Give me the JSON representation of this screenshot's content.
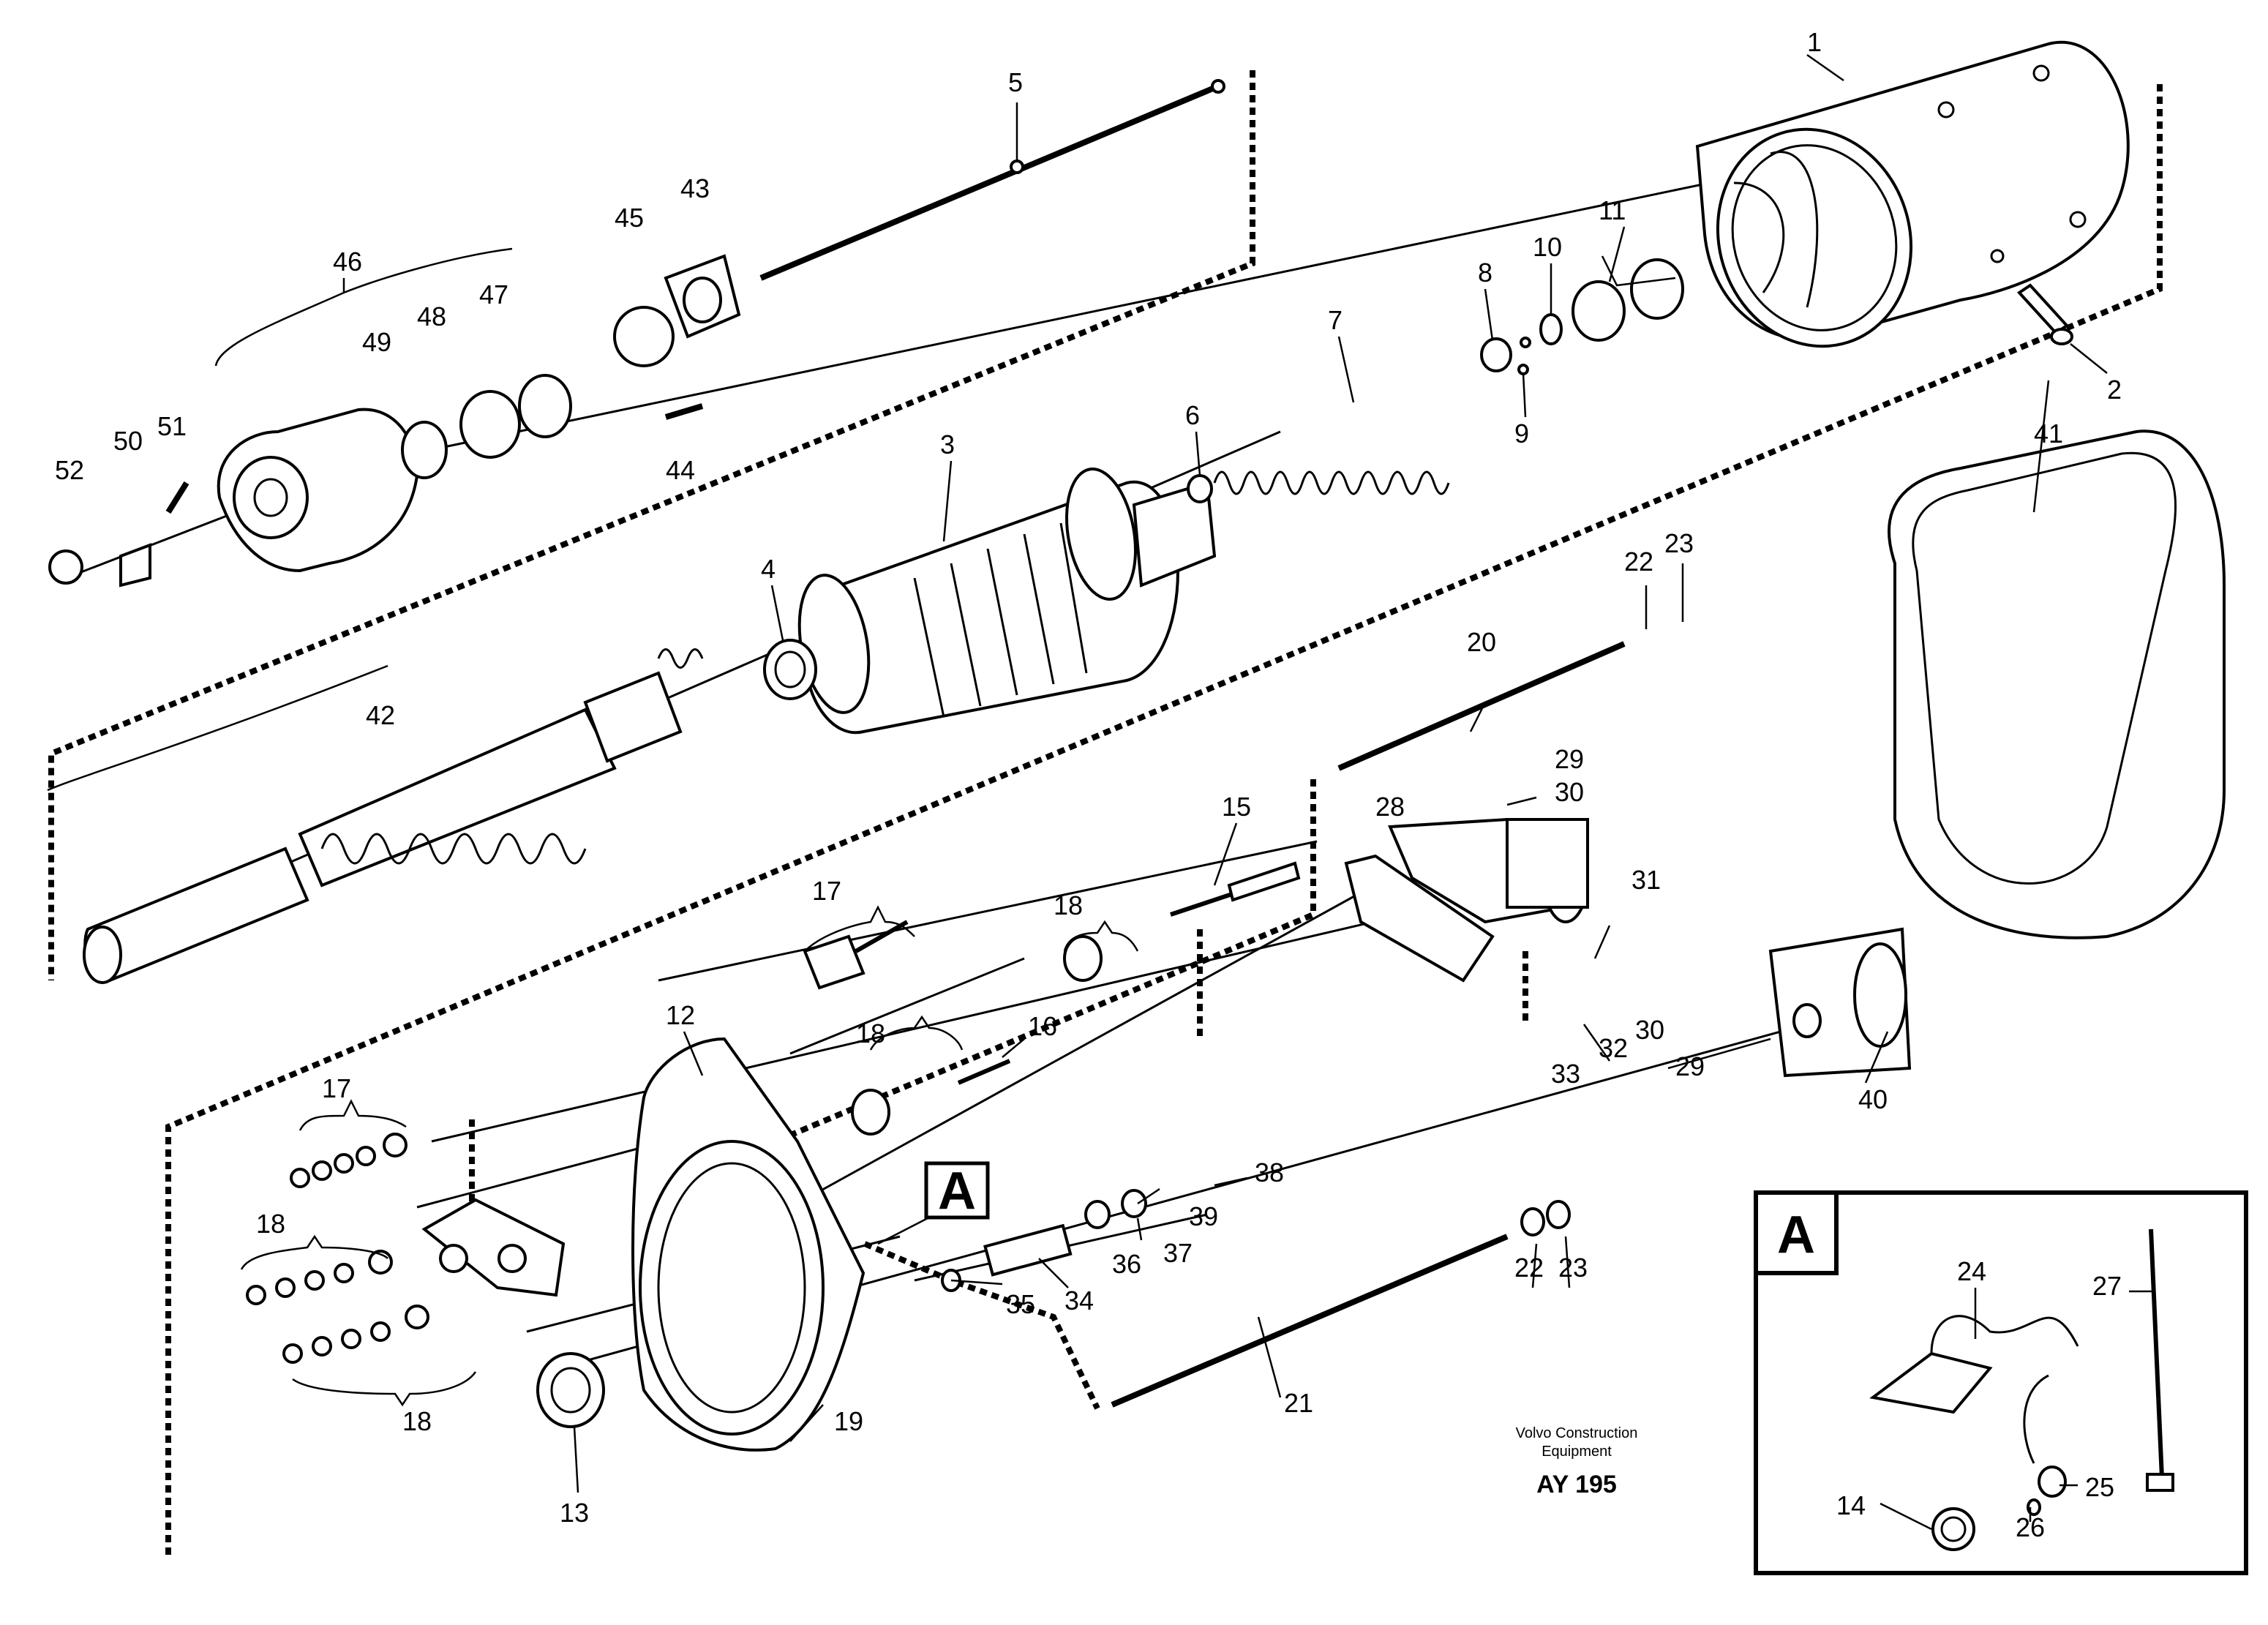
{
  "callouts": {
    "c1": "1",
    "c2": "2",
    "c3": "3",
    "c4": "4",
    "c5": "5",
    "c6": "6",
    "c7": "7",
    "c8": "8",
    "c9": "9",
    "c10": "10",
    "c11": "11",
    "c12": "12",
    "c13": "13",
    "c14": "14",
    "c15": "15",
    "c16": "16",
    "c17a": "17",
    "c17b": "17",
    "c18a": "18",
    "c18b": "18",
    "c18c": "18",
    "c18d": "18",
    "c19": "19",
    "c20": "20",
    "c21": "21",
    "c22a": "22",
    "c22b": "22",
    "c23a": "23",
    "c23b": "23",
    "c24": "24",
    "c25": "25",
    "c26": "26",
    "c27": "27",
    "c28": "28",
    "c29a": "29",
    "c29b": "29",
    "c30a": "30",
    "c30b": "30",
    "c31": "31",
    "c32": "32",
    "c33": "33",
    "c34": "34",
    "c35": "35",
    "c36": "36",
    "c37": "37",
    "c38": "38",
    "c39": "39",
    "c40": "40",
    "c41": "41",
    "c42": "42",
    "c43": "43",
    "c44": "44",
    "c45": "45",
    "c46": "46",
    "c47": "47",
    "c48": "48",
    "c49": "49",
    "c50": "50",
    "c51": "51",
    "c52": "52"
  },
  "detail_reference_label": "A",
  "inset": {
    "label": "A"
  },
  "footer": {
    "company_line1": "Volvo Construction",
    "company_line2": "Equipment",
    "drawing_code": "AY 195"
  }
}
